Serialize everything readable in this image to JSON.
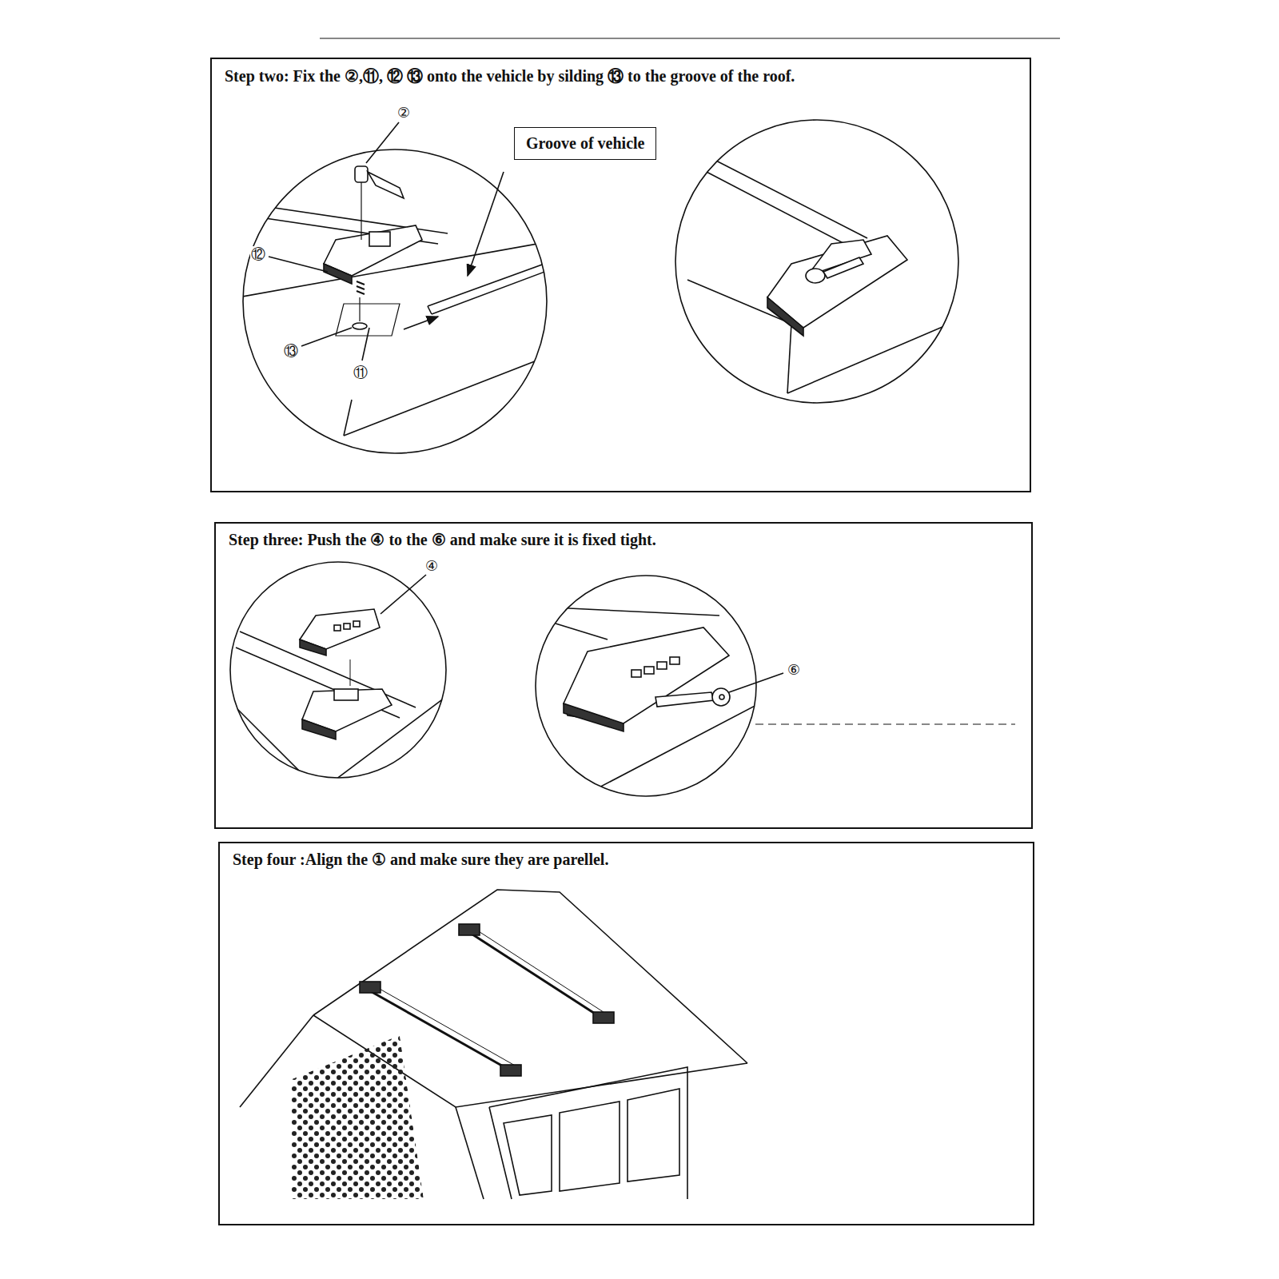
{
  "diagram": {
    "nodes": [
      {
        "text": [
          "Step two: Fix the ②,⑪, ⑫ ⑬ onto the vehicle by silding ⑬ to the groove of the roof."
        ]
      },
      {
        "text": [
          "Groove of vehicle"
        ],
        "in": 0
      },
      {
        "text": [
          "Step three: Push  the  ④ to the  ⑥   and  make sure it is fixed tight."
        ]
      },
      {
        "text": [
          "Step four :Align the ①  and  make  sure  they are parellel."
        ]
      }
    ],
    "labels": [
      "②",
      "⑫",
      "⑬",
      "⑪",
      "④",
      "⑥"
    ]
  }
}
